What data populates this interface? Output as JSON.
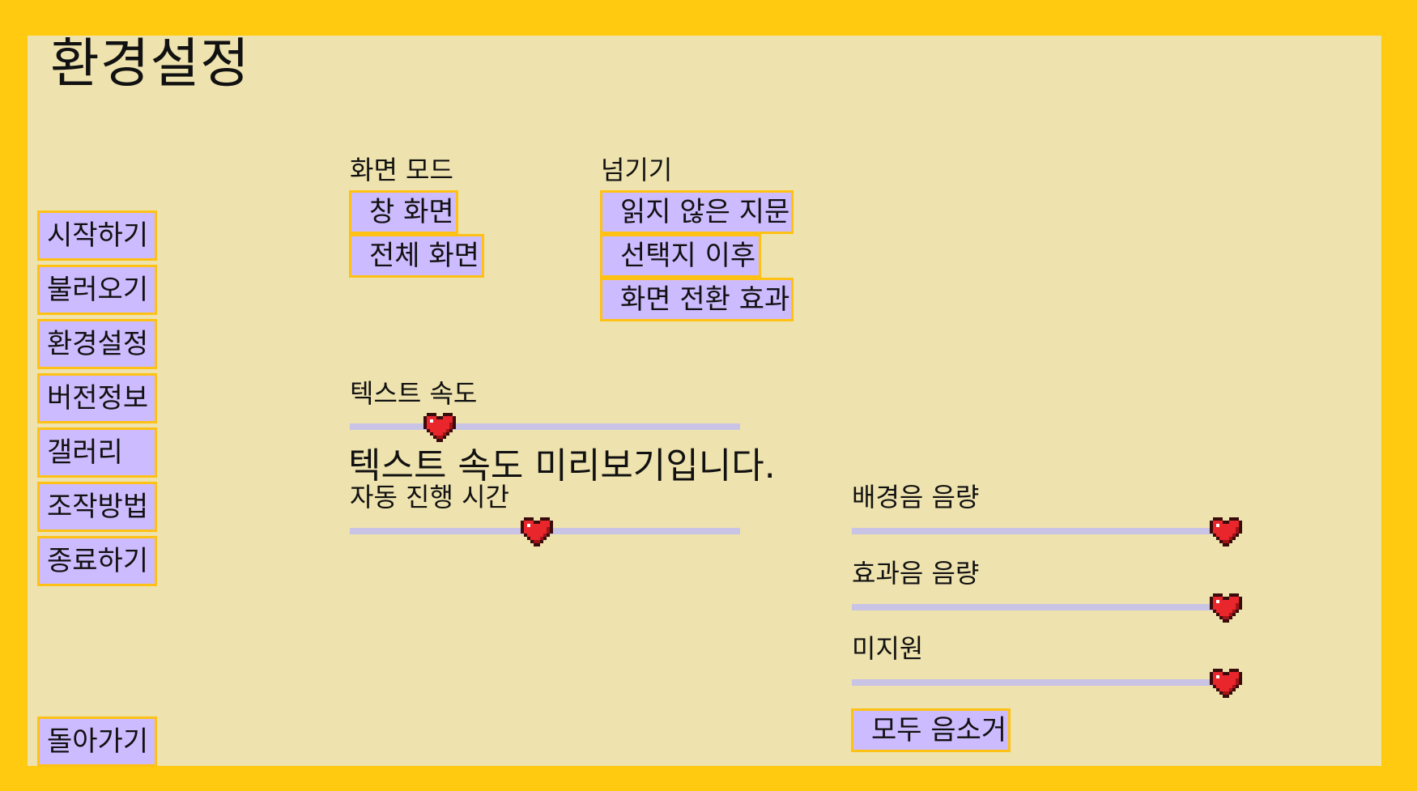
{
  "screen": {
    "title": "환경설정"
  },
  "sidebar": {
    "items": [
      {
        "label": "시작하기"
      },
      {
        "label": "불러오기"
      },
      {
        "label": "환경설정"
      },
      {
        "label": "버전정보"
      },
      {
        "label": "갤러리"
      },
      {
        "label": "조작방법"
      },
      {
        "label": "종료하기"
      }
    ],
    "back_label": "돌아가기"
  },
  "display_mode": {
    "heading": "화면 모드",
    "options": [
      {
        "label": "창 화면"
      },
      {
        "label": "전체 화면"
      }
    ]
  },
  "skip": {
    "heading": "넘기기",
    "options": [
      {
        "label": "읽지 않은 지문"
      },
      {
        "label": "선택지 이후"
      },
      {
        "label": "화면 전환 효과"
      }
    ]
  },
  "text_speed": {
    "label": "텍스트 속도",
    "value": 0.23,
    "preview_text": "텍스트 속도 미리보기입니다."
  },
  "auto_forward": {
    "label": "자동 진행 시간",
    "value": 0.48
  },
  "audio": {
    "music": {
      "label": "배경음 음량",
      "value": 1.0
    },
    "sound": {
      "label": "효과음 음량",
      "value": 1.0
    },
    "unsupported": {
      "label": "미지원",
      "value": 1.0
    },
    "mute_all_label": "모두 음소거"
  },
  "colors": {
    "frame": "#FFCA10",
    "panel": "#EEE2AE",
    "button_fill": "#CDBBFF",
    "button_border": "#FFC114",
    "slider_track": "#C9C4E6",
    "slider_thumb": "#E8262B"
  },
  "icons": {
    "slider_thumb": "pixel-heart-icon"
  }
}
